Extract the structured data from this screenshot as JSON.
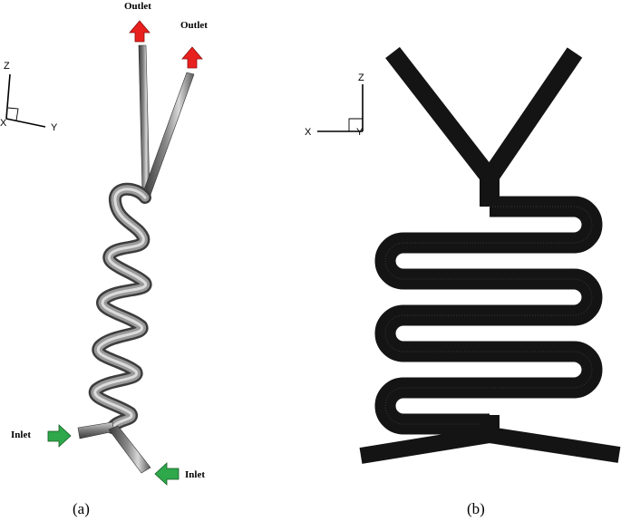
{
  "panel_a": {
    "caption": "(a)",
    "axes": {
      "z": "Z",
      "x": "X",
      "y": "Y"
    },
    "outlet_labels": [
      "Outlet",
      "Outlet"
    ],
    "inlet_labels": [
      "Inlet",
      "Inlet"
    ],
    "colors": {
      "outlet_arrow": "#e8201e",
      "inlet_arrow": "#2ea84a",
      "channel_light": "#d4d4d4",
      "channel_dark": "#4a4a4a"
    }
  },
  "panel_b": {
    "caption": "(b)",
    "axes": {
      "z": "Z",
      "x": "X",
      "y": "Y"
    },
    "colors": {
      "mesh": "#141414"
    }
  }
}
